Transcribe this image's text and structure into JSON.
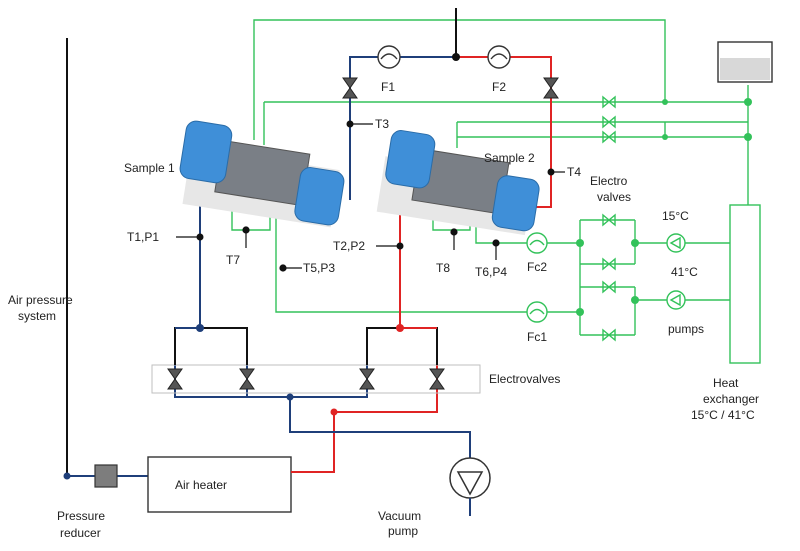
{
  "labels": {
    "air_pressure_system": [
      "Air pressure",
      "system"
    ],
    "pressure_reducer": [
      "Pressure",
      "reducer"
    ],
    "air_heater": "Air heater",
    "vacuum_pump": [
      "Vacuum",
      "pump"
    ],
    "electrovalves": "Electrovalves",
    "electro_valves": [
      "Electro",
      "valves"
    ],
    "pumps": "pumps",
    "heat_exchanger": [
      "Heat",
      "exchanger",
      "15°C / 41°C"
    ],
    "temp_15": "15°C",
    "temp_41": "41°C",
    "sample_1": "Sample 1",
    "sample_2": "Sample 2"
  },
  "sensors": {
    "F1": "F1",
    "F2": "F2",
    "T3": "T3",
    "T4": "T4",
    "T1P1": "T1,P1",
    "T2P2": "T2,P2",
    "T5P3": "T5,P3",
    "T6P4": "T6,P4",
    "T7": "T7",
    "T8": "T8",
    "Fc1": "Fc1",
    "Fc2": "Fc2"
  },
  "colors": {
    "air_line": "#1f3f7a",
    "hot_line": "#e02424",
    "water_line": "#33c25a",
    "black_line": "#111111",
    "sample_blue": "#3f8fd8",
    "sample_gray": "#7a7f86"
  }
}
